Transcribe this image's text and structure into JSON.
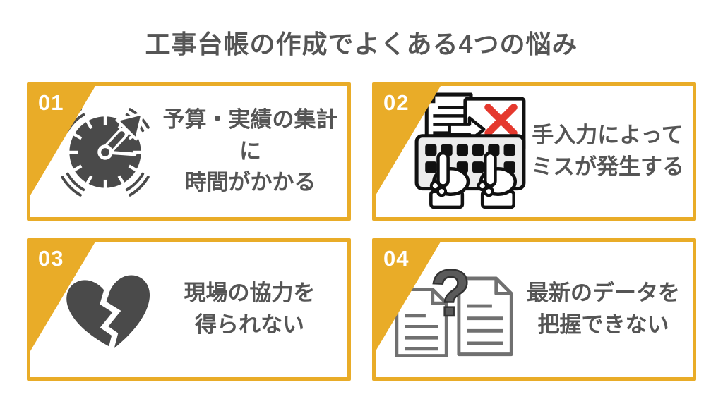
{
  "title": "工事台帳の作成でよくある4つの悩み",
  "colors": {
    "accent_yellow": "#E9AC28",
    "heading_text": "#555555",
    "card_text": "#555555",
    "icon_gray": "#4A4A4A",
    "icon_outline_black": "#111111",
    "doc_outline_gray": "#707070",
    "error_red": "#E5392E",
    "badge_number_text": "#FFFFFF",
    "background": "#FFFFFF"
  },
  "cards": [
    {
      "number": "01",
      "icon": "stopwatch-icon",
      "line1": "予算・実績の集計に",
      "line2": "時間がかかる"
    },
    {
      "number": "02",
      "icon": "typing-error-icon",
      "line1": "手入力によって",
      "line2": "ミスが発生する"
    },
    {
      "number": "03",
      "icon": "broken-heart-icon",
      "line1": "現場の協力を",
      "line2": "得られない"
    },
    {
      "number": "04",
      "icon": "unknown-documents-icon",
      "line1": "最新のデータを",
      "line2": "把握できない"
    }
  ]
}
